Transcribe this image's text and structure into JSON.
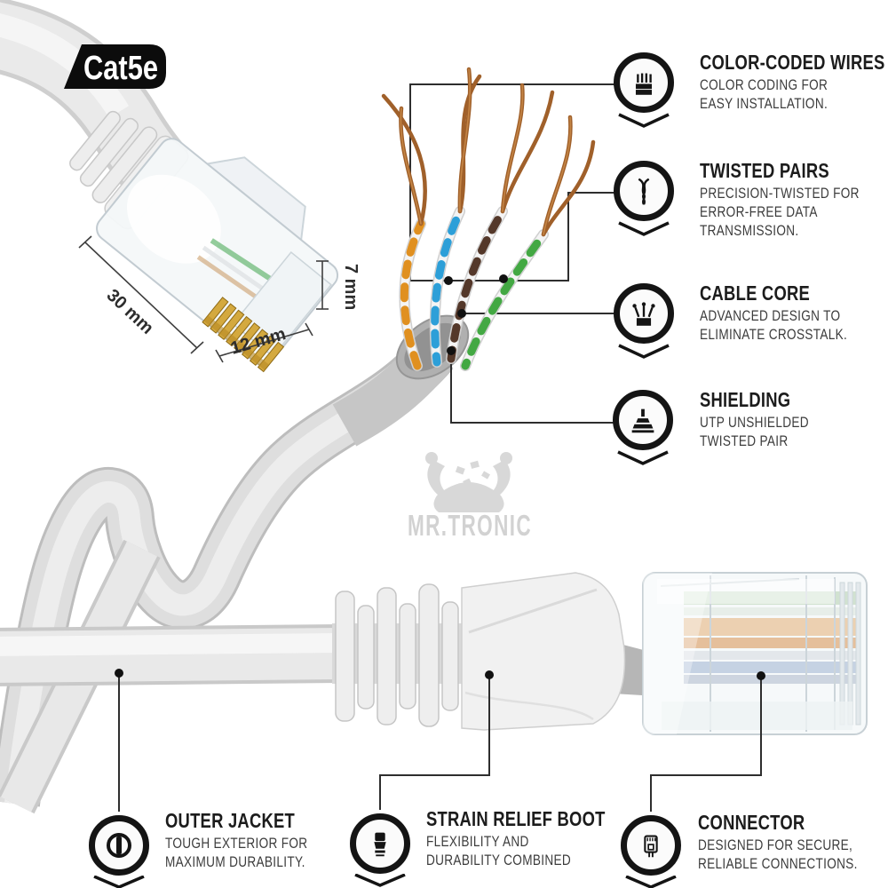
{
  "badge": {
    "label": "Cat5e"
  },
  "watermark": {
    "brand": "MR.TRONIC"
  },
  "dimensions": {
    "length": "30 mm",
    "width": "12 mm",
    "height": "7 mm"
  },
  "callouts": [
    {
      "icon": "color-coded-wires-icon",
      "title": "COLOR-CODED WIRES",
      "lines": [
        "COLOR CODING FOR",
        "EASY INSTALLATION."
      ]
    },
    {
      "icon": "twisted-pairs-icon",
      "title": "TWISTED PAIRS",
      "lines": [
        "PRECISION-TWISTED FOR",
        "ERROR-FREE DATA",
        "TRANSMISSION."
      ]
    },
    {
      "icon": "cable-core-icon",
      "title": "CABLE CORE",
      "lines": [
        "ADVANCED DESIGN TO",
        "ELIMINATE CROSSTALK."
      ]
    },
    {
      "icon": "shielding-icon",
      "title": "SHIELDING",
      "lines": [
        "UTP UNSHIELDED",
        "TWISTED PAIR"
      ]
    },
    {
      "icon": "outer-jacket-icon",
      "title": "OUTER JACKET",
      "lines": [
        "TOUGH EXTERIOR FOR",
        "MAXIMUM DURABILITY."
      ]
    },
    {
      "icon": "strain-relief-boot-icon",
      "title": "STRAIN RELIEF BOOT",
      "lines": [
        "FLEXIBILITY AND",
        "DURABILITY COMBINED"
      ]
    },
    {
      "icon": "connector-icon",
      "title": "CONNECTOR",
      "lines": [
        "DESIGNED FOR SECURE,",
        "RELIABLE CONNECTIONS."
      ]
    }
  ],
  "colors": {
    "cable_white": "#e9e9e9",
    "jacket_grey": "#c6c6c6",
    "copper": "#a0602a",
    "wire_orange": "#e09020",
    "wire_blue": "#2d9fd8",
    "wire_brown": "#54382a",
    "wire_green": "#43a843",
    "callout_line": "#2e2e2e",
    "icon_ring": "#141414",
    "badge_bg": "#0c0c0c",
    "watermark_grey": "#d2d2d2"
  }
}
